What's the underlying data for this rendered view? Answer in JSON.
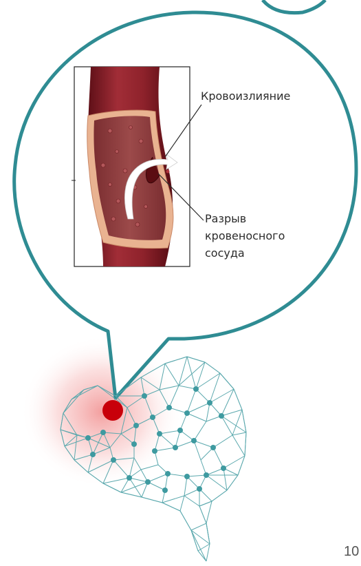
{
  "diagram": {
    "hemorrhage_label": "Кровоизлияние",
    "rupture_label_lines": [
      "Разрыв",
      "кровеносного",
      "сосуда"
    ],
    "page_number": "10"
  },
  "colors": {
    "bubble_outline": "#2f8c93",
    "vessel_dark": "#7a1620",
    "vessel_mid": "#9b2a33",
    "vessel_interior": "#8a3a3c",
    "vessel_wall": "#e7b08f",
    "brain_lines": "#5aa8ad",
    "brain_nodes": "#3e9aa0",
    "stroke_dot": "#c8000a",
    "glow": "#f08a8a"
  },
  "icons": {
    "stroke_location": "red-dot-icon",
    "blood_flow": "arrow-icon"
  }
}
